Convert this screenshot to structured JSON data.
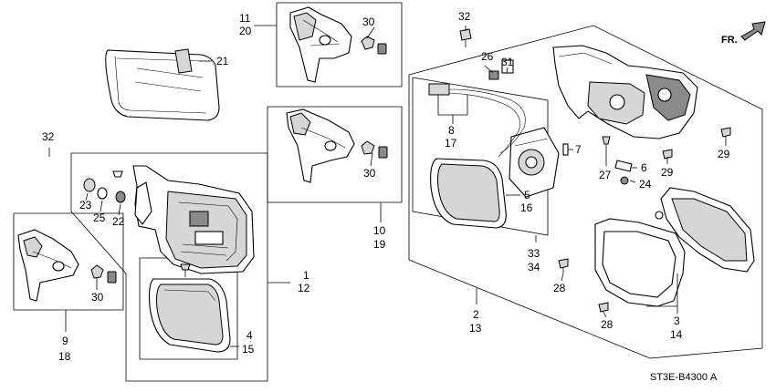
{
  "diagram_code": "ST3E-B4300 A",
  "direction_label": "FR.",
  "callouts": {
    "c11": "11",
    "c20": "20",
    "c30a": "30",
    "c21": "21",
    "c32a": "32",
    "c26": "26",
    "c31": "31",
    "c8": "8",
    "c17": "17",
    "c7": "7",
    "c32b": "32",
    "c23": "23",
    "c25": "25",
    "c22": "22",
    "c1": "1",
    "c12": "12",
    "c4": "4",
    "c15": "15",
    "c9": "9",
    "c18": "18",
    "c30b": "30",
    "c30c": "30",
    "c10": "10",
    "c19": "19",
    "c5": "5",
    "c16": "16",
    "c33": "33",
    "c34": "34",
    "c2": "2",
    "c13": "13",
    "c27": "27",
    "c6": "6",
    "c24": "24",
    "c29a": "29",
    "c29b": "29",
    "c28a": "28",
    "c28b": "28",
    "c3": "3",
    "c14": "14"
  }
}
